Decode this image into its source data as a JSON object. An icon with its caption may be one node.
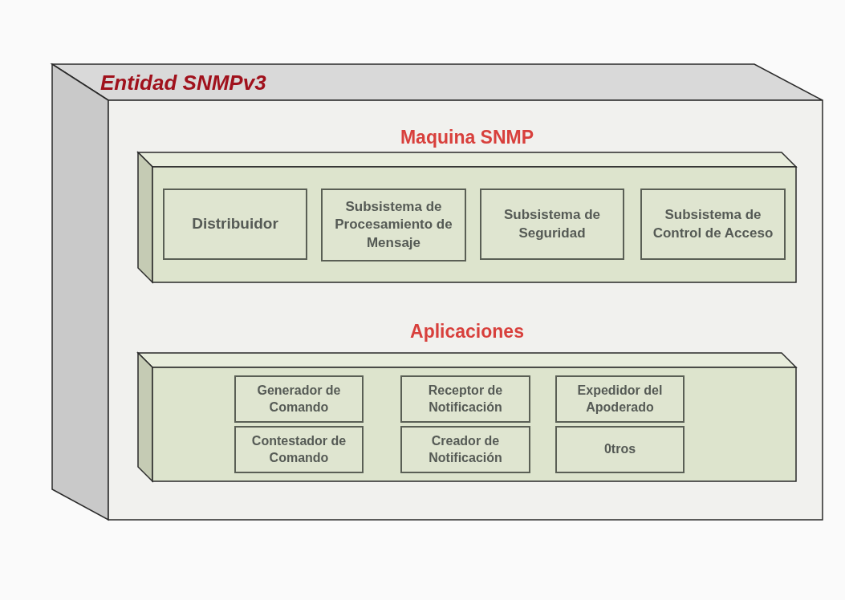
{
  "diagram": {
    "nodes": [
      {
        "text": [
          "Entidad SNMPv3"
        ]
      },
      {
        "text": [
          "Maquina SNMP"
        ],
        "in": 0
      },
      {
        "text": [
          "Distribuidor"
        ],
        "in": 1
      },
      {
        "text": [
          "Subsistema de Procesamiento de Mensaje"
        ],
        "in": 1
      },
      {
        "text": [
          "Subsistema de Seguridad"
        ],
        "in": 1
      },
      {
        "text": [
          "Subsistema de Control de Acceso"
        ],
        "in": 1
      },
      {
        "text": [
          "Aplicaciones"
        ],
        "in": 0
      },
      {
        "text": [
          "Generador de Comando"
        ],
        "in": 6
      },
      {
        "text": [
          "Receptor de Notificación"
        ],
        "in": 6
      },
      {
        "text": [
          "Expedidor del Apoderado"
        ],
        "in": 6
      },
      {
        "text": [
          "Contestador de Comando"
        ],
        "in": 6
      },
      {
        "text": [
          "Creador de Notificación"
        ],
        "in": 6
      },
      {
        "text": [
          "0tros"
        ],
        "in": 6
      }
    ]
  }
}
